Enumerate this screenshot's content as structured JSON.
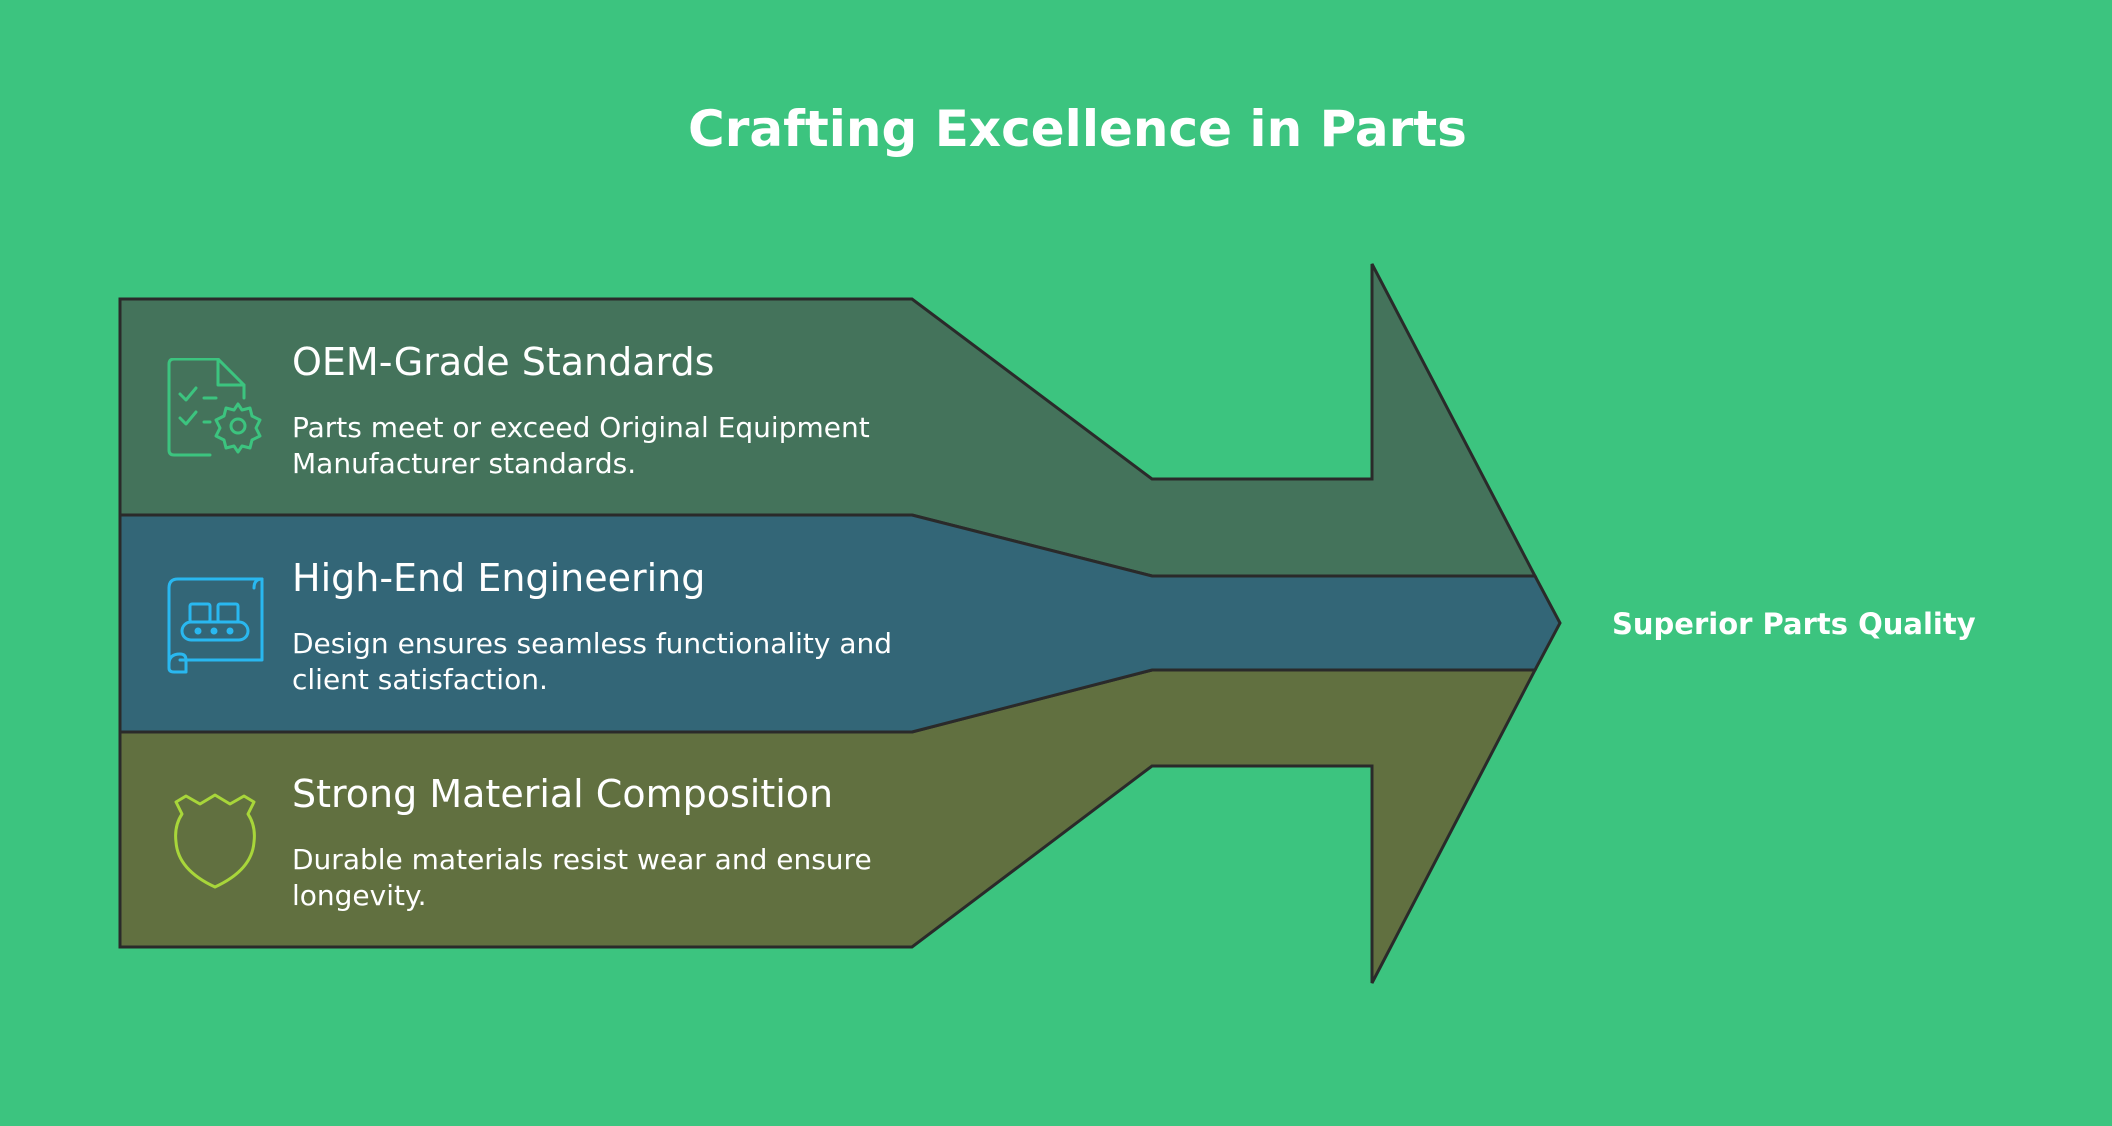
{
  "title": "Crafting Excellence in Parts",
  "outcome": "Superior Parts Quality",
  "items": [
    {
      "heading": "OEM-Grade Standards",
      "description": "Parts meet or exceed Original Equipment Manufacturer standards.",
      "icon": "checklist-gear-icon",
      "color": "#44735b",
      "icon_color": "#3cc47f"
    },
    {
      "heading": "High-End Engineering",
      "description": "Design ensures seamless functionality and client satisfaction.",
      "icon": "conveyor-blueprint-icon",
      "color": "#336677",
      "icon_color": "#29b8f0"
    },
    {
      "heading": "Strong Material Composition",
      "description": "Durable materials resist wear and ensure longevity.",
      "icon": "shield-icon",
      "color": "#617040",
      "icon_color": "#a8d63a"
    }
  ],
  "colors": {
    "background": "#3cc47f",
    "outline": "#2a2a2a",
    "text": "#ffffff"
  }
}
